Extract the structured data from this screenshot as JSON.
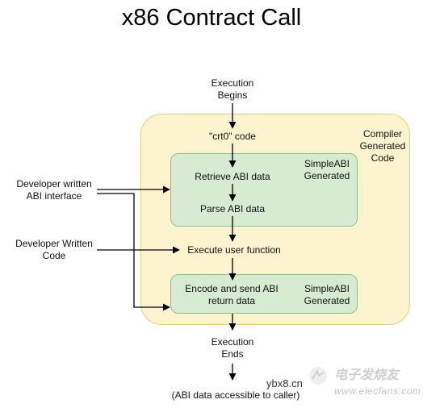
{
  "diagram": {
    "title": "x86 Contract Call",
    "execution_begins": "Execution\nBegins",
    "crt0": "\"crt0\" code",
    "compiler_generated": "Compiler\nGenerated\nCode",
    "retrieve_abi": "Retrieve ABI data",
    "parse_abi": "Parse ABI data",
    "simpleabi_top": "SimpleABI\nGenerated",
    "dev_abi": "Developer written\nABI interface",
    "dev_code": "Developer Written\nCode",
    "execute_user": "Execute user function",
    "encode_send": "Encode and send ABI\nreturn data",
    "simpleabi_bottom": "SimpleABI\nGenerated",
    "execution_ends": "Execution\nEnds",
    "abi_accessible": "(ABI data accessible to caller)"
  },
  "watermark": {
    "site": "ybx8.cn",
    "brand": "电子发烧友",
    "url": "www.elecfans.com"
  }
}
